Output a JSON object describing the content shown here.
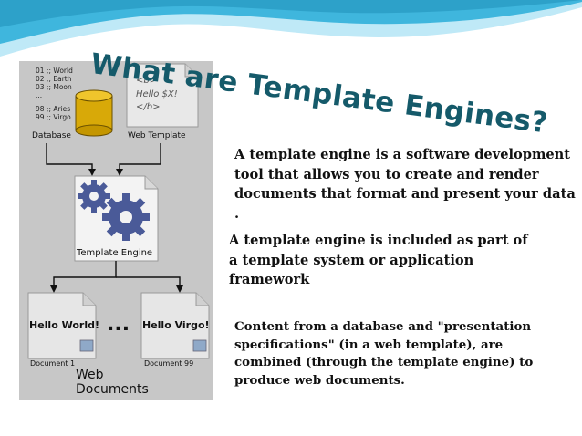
{
  "slide": {
    "title": "What are Template Engines?",
    "paragraphs": [
      "A template engine is a software development tool that allows you to create and render documents that format and present your data .",
      "A template engine is included as part of a template system or application framework",
      "Content  from a database and \"presentation specifications\" (in a web template), are combined (through the template engine) to produce web documents."
    ]
  },
  "diagram": {
    "database": {
      "lines": [
        "01 ;; World",
        "02 ;; Earth",
        "03 ;; Moon",
        "...",
        "98 ;; Aries",
        "99 ;; Virgo"
      ],
      "label": "Database"
    },
    "web_template": {
      "lines": [
        "<b>",
        "Hello $X!",
        "</b>"
      ],
      "label": "Web Template"
    },
    "template_engine": {
      "label": "Template Engine"
    },
    "documents": [
      {
        "text": "Hello World!",
        "label": "Document 1"
      },
      {
        "text": "Hello Virgo!",
        "label": "Document 99"
      }
    ],
    "ellipsis": "...",
    "output_label_1": "Web",
    "output_label_2": "Documents"
  },
  "colors": {
    "title": "#155a6a",
    "wave_dark": "#3fb6dd",
    "wave_light": "#bfe9f7",
    "diagram_bg": "#c7c7c7",
    "database_cylinder": "#d8a908",
    "gear": "#4a5a98"
  }
}
